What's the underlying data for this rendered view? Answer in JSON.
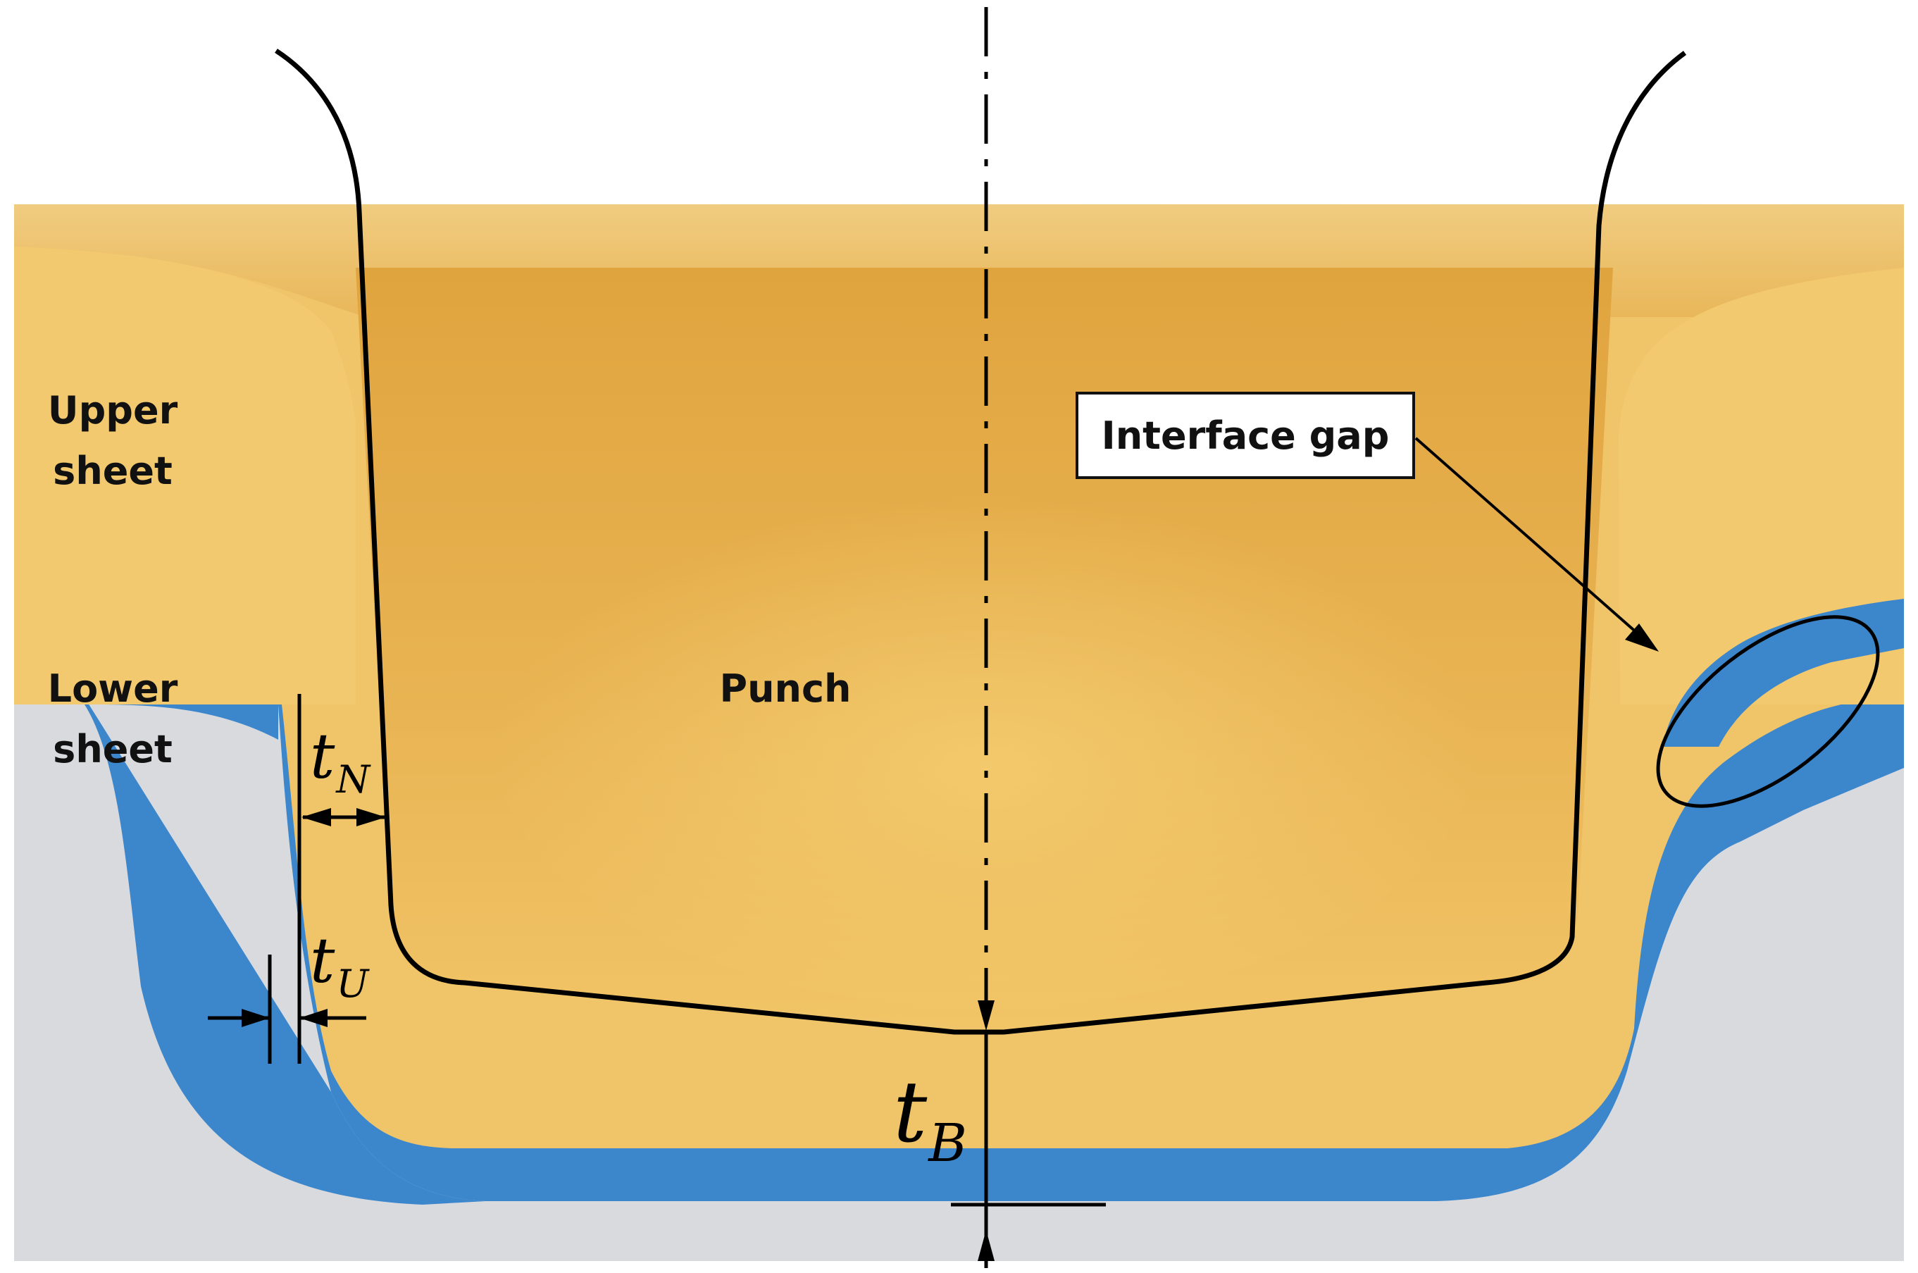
{
  "labels": {
    "upper_sheet_line1": "Upper",
    "upper_sheet_line2": "sheet",
    "lower_sheet_line1": "Lower",
    "lower_sheet_line2": "sheet",
    "punch": "Punch",
    "interface_gap": "Interface gap"
  },
  "dimensions": {
    "neck_thickness": {
      "symbol": "t",
      "subscript": "N"
    },
    "undercut": {
      "symbol": "t",
      "subscript": "U"
    },
    "bottom_thickness": {
      "symbol": "t",
      "subscript": "B"
    }
  },
  "colors": {
    "upper_sheet": "#F0C468",
    "upper_sheet_shade": "#E6B050",
    "punch_interior": "#E2A842",
    "lower_sheet": "#3C86CC",
    "outline": "#000000"
  }
}
